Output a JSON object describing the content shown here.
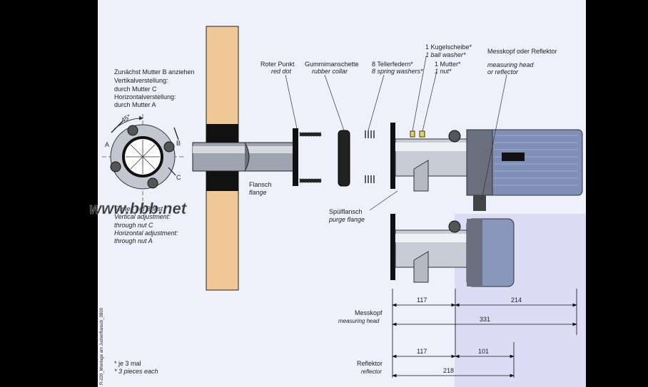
{
  "colors": {
    "background": "#000000",
    "page": "#eef0fb",
    "right_panel": "#dcdcf6",
    "wall": "#f0c896",
    "metal_light": "#c8ccd6",
    "metal_dark": "#6a6f7d",
    "housing": "#7f8fb8",
    "black": "#111111"
  },
  "instructions": {
    "de": [
      "Zunächst Mutter B anziehen",
      "Vertikalverstellung:",
      "durch Mutter C",
      "Horizontalverstellung:",
      "durch Mutter A"
    ],
    "en": [
      "Fasten nut B first",
      "Vertical adjustment:",
      "through nut C",
      "Horizontal adjustment:",
      "through nut A"
    ]
  },
  "flange_face": {
    "angle_label": "45°",
    "nut_a": "A",
    "nut_b": "B",
    "nut_c": "C"
  },
  "labels": {
    "red_dot_de": "Roter Punkt",
    "red_dot_en": "red dot",
    "rubber_collar_de": "Gummimanschette",
    "rubber_collar_en": "rubber collar",
    "spring_washers_de": "8 Tellerfedern*",
    "spring_washers_en": "8 spring washers*",
    "ball_washer_de": "1 Kugelscheibe*",
    "ball_washer_en": "1 ball washer*",
    "nut_de": "1 Mutter*",
    "nut_en": "1 nut*",
    "head_de": "Messkopf oder Reflektor",
    "head_en1": "measuring head",
    "head_en2": "or reflector",
    "flange_de": "Flansch",
    "flange_en": "flange",
    "purge_de": "Spülflansch",
    "purge_en": "purge flange"
  },
  "dimensions": {
    "measuring_head_de": "Messkopf",
    "measuring_head_en": "measuring head",
    "reflector_de": "Reflektor",
    "reflector_en": "reflector",
    "head_d1": "117",
    "head_d2": "214",
    "head_total": "331",
    "refl_d1": "117",
    "refl_d2": "101",
    "refl_total": "218"
  },
  "footnote": {
    "de": "* je 3 mal",
    "en": "* 3 pieces each"
  },
  "side_text": "R-220_Montage am Justierflansch_0800",
  "watermark": "www.bbb.net"
}
